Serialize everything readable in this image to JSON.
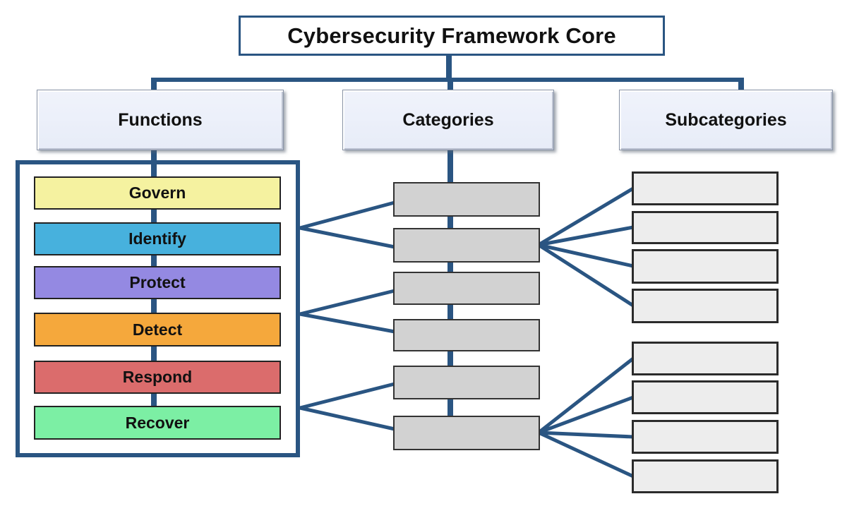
{
  "diagram": {
    "title": "Cybersecurity Framework Core",
    "columns": {
      "functions": {
        "label": "Functions"
      },
      "categories": {
        "label": "Categories"
      },
      "subcategories": {
        "label": "Subcategories"
      }
    },
    "functions": {
      "items": [
        {
          "label": "Govern",
          "color": "#F5F2A0"
        },
        {
          "label": "Identify",
          "color": "#47B1DD"
        },
        {
          "label": "Protect",
          "color": "#9489E2"
        },
        {
          "label": "Detect",
          "color": "#F5A83C"
        },
        {
          "label": "Respond",
          "color": "#DB6C6C"
        },
        {
          "label": "Recover",
          "color": "#7CEFA4"
        }
      ]
    },
    "categories": {
      "count": 6,
      "labels": [
        "",
        "",
        "",
        "",
        "",
        ""
      ],
      "fill": "#D2D2D2"
    },
    "subcategories": {
      "count": 8,
      "labels": [
        "",
        "",
        "",
        "",
        "",
        "",
        "",
        ""
      ],
      "fill": "#EDEDED"
    },
    "connector_color": "#2A5582"
  }
}
